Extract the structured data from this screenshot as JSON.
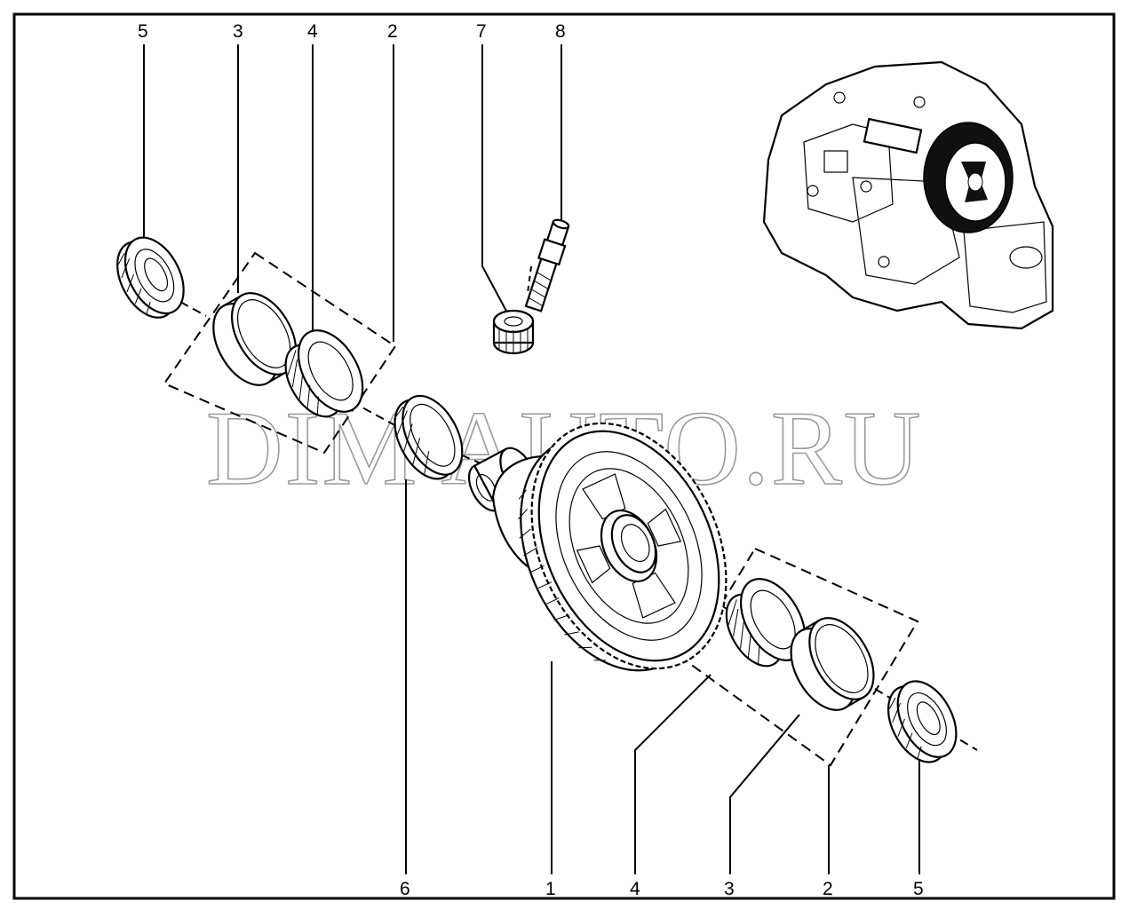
{
  "watermark": "DIM AUTO.RU",
  "callouts": {
    "top": [
      "5",
      "3",
      "4",
      "2",
      "7",
      "8"
    ],
    "bottom": [
      "6",
      "1",
      "4",
      "3",
      "2",
      "5"
    ]
  }
}
